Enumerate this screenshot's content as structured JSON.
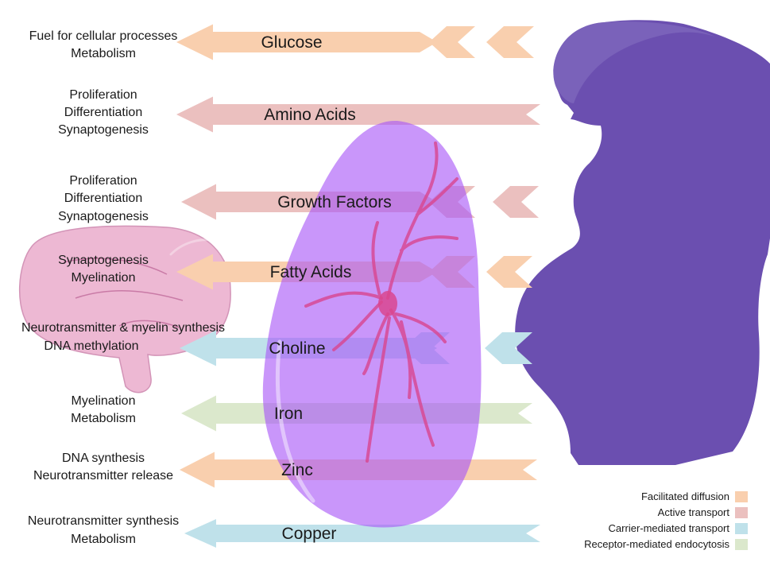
{
  "colors": {
    "facilitated_diffusion": "#f9cfae",
    "active_transport": "#ebc0bf",
    "carrier_mediated": "#bfe1ea",
    "receptor_mediated": "#dbe8cc",
    "placenta": "#a855f7",
    "brain": "#e9a7c9",
    "silhouette": "#6b4fb0",
    "neuron": "#d9468f"
  },
  "rows": [
    {
      "nutrient": "Glucose",
      "transport": "facilitated_diffusion",
      "functions": [
        "Fuel for cellular processes",
        "Metabolism"
      ]
    },
    {
      "nutrient": "Amino Acids",
      "transport": "active_transport",
      "functions": [
        "Proliferation",
        "Differentiation",
        "Synaptogenesis"
      ]
    },
    {
      "nutrient": "Growth Factors",
      "transport": "active_transport",
      "functions": [
        "Proliferation",
        "Differentiation",
        "Synaptogenesis"
      ]
    },
    {
      "nutrient": "Fatty Acids",
      "transport": "facilitated_diffusion",
      "functions": [
        "Synaptogenesis",
        "Myelination"
      ]
    },
    {
      "nutrient": "Choline",
      "transport": "carrier_mediated",
      "functions": [
        "Neurotransmitter & myelin synthesis",
        "DNA methylation"
      ]
    },
    {
      "nutrient": "Iron",
      "transport": "receptor_mediated",
      "functions": [
        "Myelination",
        "Metabolism"
      ]
    },
    {
      "nutrient": "Zinc",
      "transport": "facilitated_diffusion",
      "functions": [
        "DNA synthesis",
        "Neurotransmitter release"
      ]
    },
    {
      "nutrient": "Copper",
      "transport": "carrier_mediated",
      "functions": [
        "Neurotransmitter synthesis",
        "Metabolism"
      ]
    }
  ],
  "legend": [
    {
      "label": "Facilitated diffusion",
      "transport": "facilitated_diffusion"
    },
    {
      "label": "Active transport",
      "transport": "active_transport"
    },
    {
      "label": "Carrier-mediated transport",
      "transport": "carrier_mediated"
    },
    {
      "label": "Receptor-mediated endocytosis",
      "transport": "receptor_mediated"
    }
  ]
}
